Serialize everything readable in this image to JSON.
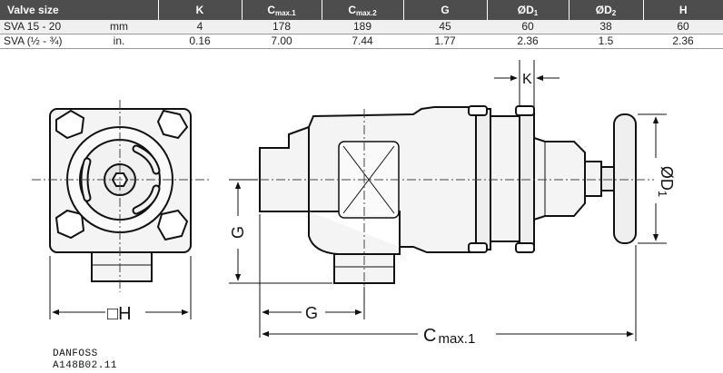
{
  "table": {
    "headers": [
      {
        "main": "Valve size",
        "sub": ""
      },
      {
        "main": "K",
        "sub": ""
      },
      {
        "main": "C",
        "sub": "max.1"
      },
      {
        "main": "C",
        "sub": "max.2"
      },
      {
        "main": "G",
        "sub": ""
      },
      {
        "main": "ØD",
        "sub": "1"
      },
      {
        "main": "ØD",
        "sub": "2"
      },
      {
        "main": "H",
        "sub": ""
      }
    ],
    "rows": [
      {
        "name": "SVA 15 - 20",
        "unit": "mm",
        "values": [
          "4",
          "178",
          "189",
          "45",
          "60",
          "38",
          "60"
        ]
      },
      {
        "name": "SVA (½ - ¾)",
        "unit": "in.",
        "values": [
          "0.16",
          "7.00",
          "7.44",
          "1.77",
          "2.36",
          "1.5",
          "2.36"
        ]
      }
    ]
  },
  "drawing": {
    "dim_k": "K",
    "dim_g_vertical": "G",
    "dim_h": "□H",
    "dim_g_horizontal": "G",
    "dim_cmax_main": "C",
    "dim_cmax_sub": "max.1",
    "dim_d1": "ØD",
    "dim_d1_sub": "1"
  },
  "footer": {
    "line1": "DANFOSS",
    "line2": "A148B02.11"
  }
}
